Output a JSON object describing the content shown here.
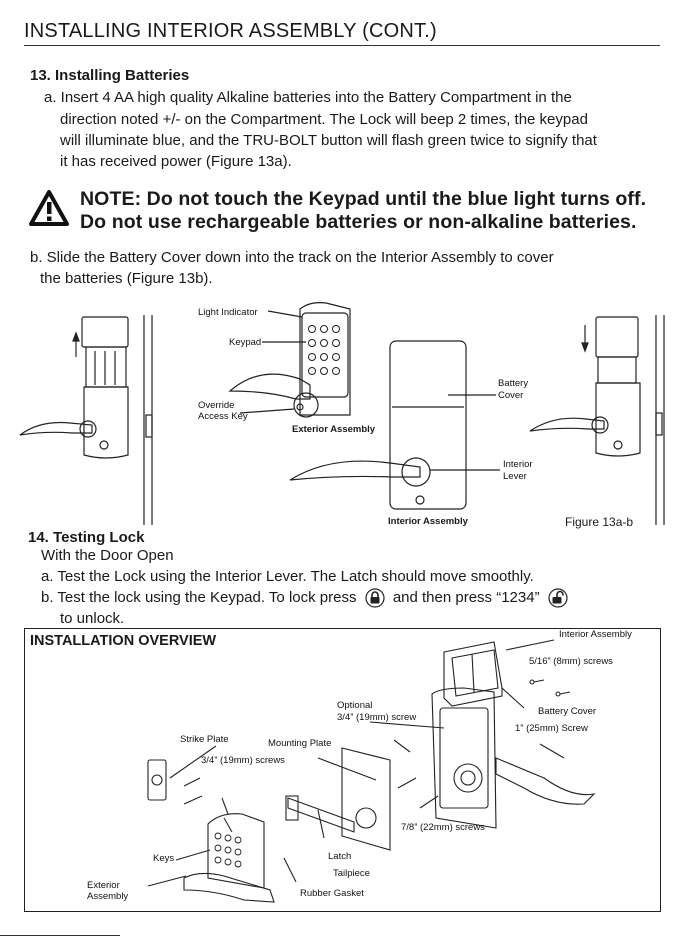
{
  "header": {
    "title": "INSTALLING INTERIOR ASSEMBLY (CONT.)"
  },
  "step13": {
    "title": "13. Installing Batteries",
    "a_lines": [
      "a. Insert 4 AA high quality Alkaline batteries into the Battery Compartment in the",
      "direction noted +/- on the Compartment. The Lock will beep 2 times, the keypad",
      "will illuminate blue, and the TRU-BOLT button will flash green twice to signify that",
      "it has received power (Figure 13a)."
    ],
    "note_line1": "NOTE: Do not touch the Keypad until the blue light turns off.",
    "note_line2": "Do not use rechargeable batteries or non-alkaline batteries.",
    "b_lines": [
      "b. Slide the Battery Cover down into the track on the Interior Assembly to cover",
      "the batteries (Figure 13b)."
    ]
  },
  "figure13": {
    "labels": {
      "light_indicator": "Light Indicator",
      "keypad": "Keypad",
      "override_line1": "Override",
      "override_line2": "Access Key",
      "exterior_assembly": "Exterior Assembly",
      "battery_line1": "Battery",
      "battery_line2": "Cover",
      "interior_line1": "Interior",
      "interior_line2": "Lever",
      "interior_assembly": "Interior Assembly"
    },
    "caption": "Figure 13a-b"
  },
  "step14": {
    "title": "14. Testing Lock",
    "door_open": "With the Door Open",
    "a": "a. Test the Lock using the Interior Lever. The Latch should move smoothly.",
    "b_pre": "b. Test the lock using the Keypad. To lock press",
    "b_mid": "and then press “1234”",
    "b_post": "to unlock."
  },
  "overview": {
    "title": "INSTALLATION OVERVIEW",
    "labels": {
      "interior_assembly": "Interior Assembly",
      "screws_516": "5/16” (8mm) screws",
      "optional": "Optional",
      "screw_34_opt": "3/4” (19mm) screw",
      "battery_cover": "Battery Cover",
      "screw_1in": "1” (25mm) Screw",
      "strike_plate": "Strike Plate",
      "mounting_plate": "Mounting Plate",
      "screws_34": "3/4” (19mm) screws",
      "screws_78": "7/8” (22mm) screws",
      "keys": "Keys",
      "latch": "Latch",
      "tailpiece": "Tailpiece",
      "exterior_line1": "Exterior",
      "exterior_line2": "Assembly",
      "rubber_gasket": "Rubber Gasket"
    }
  }
}
